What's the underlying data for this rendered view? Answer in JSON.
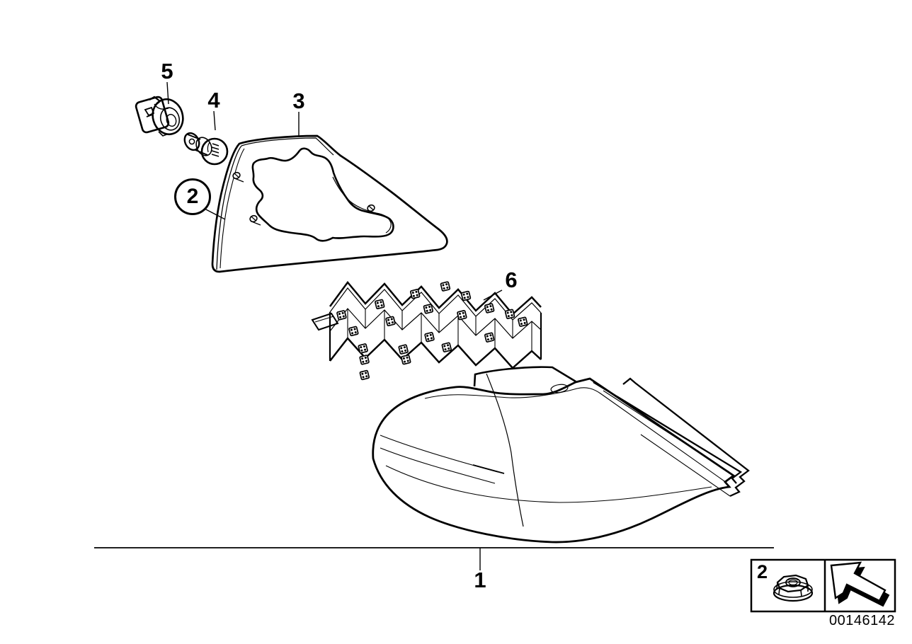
{
  "document": {
    "number": "00146142"
  },
  "colors": {
    "ink": "#000000",
    "paper": "#ffffff"
  },
  "callouts": {
    "c1": "1",
    "c2_circled": "2",
    "c3": "3",
    "c4": "4",
    "c5": "5",
    "c6": "6"
  },
  "legend": {
    "ref_label": "2",
    "nut_icon": "flange-nut-icon",
    "arrow_icon": "direction-arrow-icon"
  }
}
